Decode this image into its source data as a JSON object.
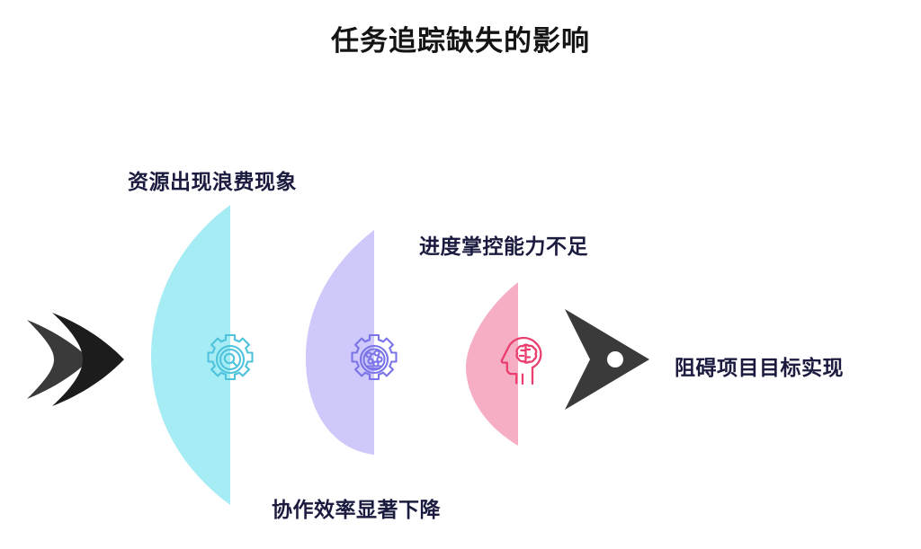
{
  "header": {
    "title": "任务追踪缺失的影响"
  },
  "colors": {
    "background": "#ffffff",
    "title_text": "#141414",
    "label_text": "#1b1b40",
    "arrow_dark": "#3a3a3a",
    "arrow_darker": "#1c1c1c",
    "petal_cyan": "#a5ecf5",
    "petal_purple": "#cec9fa",
    "petal_pink": "#f5aec4",
    "icon_cyan": "#4fc3dc",
    "icon_purple": "#7b74e8",
    "icon_pink": "#ea3e6f"
  },
  "flow": {
    "start_marker": {
      "name": "double-chevron-arrow",
      "color": "#2a2a2a"
    },
    "end_marker": {
      "name": "dart-arrow",
      "color": "#3a3a3a"
    },
    "stages": [
      {
        "id": "waste",
        "label": "资源出现浪费现象",
        "label_position": "above",
        "petal_color": "#a5ecf5",
        "icon_color": "#4fc3dc",
        "icon_name": "gear-target-search-icon"
      },
      {
        "id": "collaboration",
        "label": "协作效率显著下降",
        "label_position": "below",
        "petal_color": "#cec9fa",
        "icon_color": "#7b74e8",
        "icon_name": "gear-network-icon"
      },
      {
        "id": "control",
        "label": "进度掌控能力不足",
        "label_position": "above",
        "petal_color": "#f5aec4",
        "icon_color": "#ea3e6f",
        "icon_name": "head-brain-icon"
      },
      {
        "id": "goal",
        "label": "阻碍项目目标实现",
        "label_position": "right",
        "petal_color": "",
        "icon_color": "",
        "icon_name": ""
      }
    ]
  }
}
